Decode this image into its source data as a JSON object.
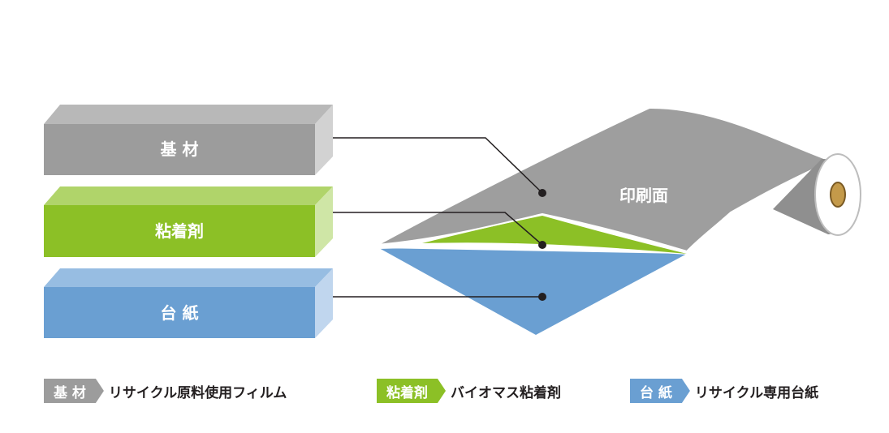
{
  "blocks": [
    {
      "label": "基 材",
      "front": "#9c9c9c",
      "top": "#b8b8b8",
      "side": "#d2d2d2"
    },
    {
      "label": "粘着剤",
      "front": "#8cc026",
      "top": "#b0d46a",
      "side": "#cfe6a6"
    },
    {
      "label": "台 紙",
      "front": "#6a9fd2",
      "top": "#97bde2",
      "side": "#c0d6ee"
    }
  ],
  "roll": {
    "print_surface_label": "印刷面",
    "film_color": "#9e9e9e",
    "adhesive_color": "#8cc026",
    "liner_color": "#6a9fd2",
    "core_color": "#c49a4a"
  },
  "legend": [
    {
      "badge": "基 材",
      "description": "リサイクル原料使用フィルム",
      "color": "#9c9c9c"
    },
    {
      "badge": "粘着剤",
      "description": "バイオマス粘着剤",
      "color": "#8cc026"
    },
    {
      "badge": "台 紙",
      "description": "リサイクル専用台紙",
      "color": "#6a9fd2"
    }
  ]
}
